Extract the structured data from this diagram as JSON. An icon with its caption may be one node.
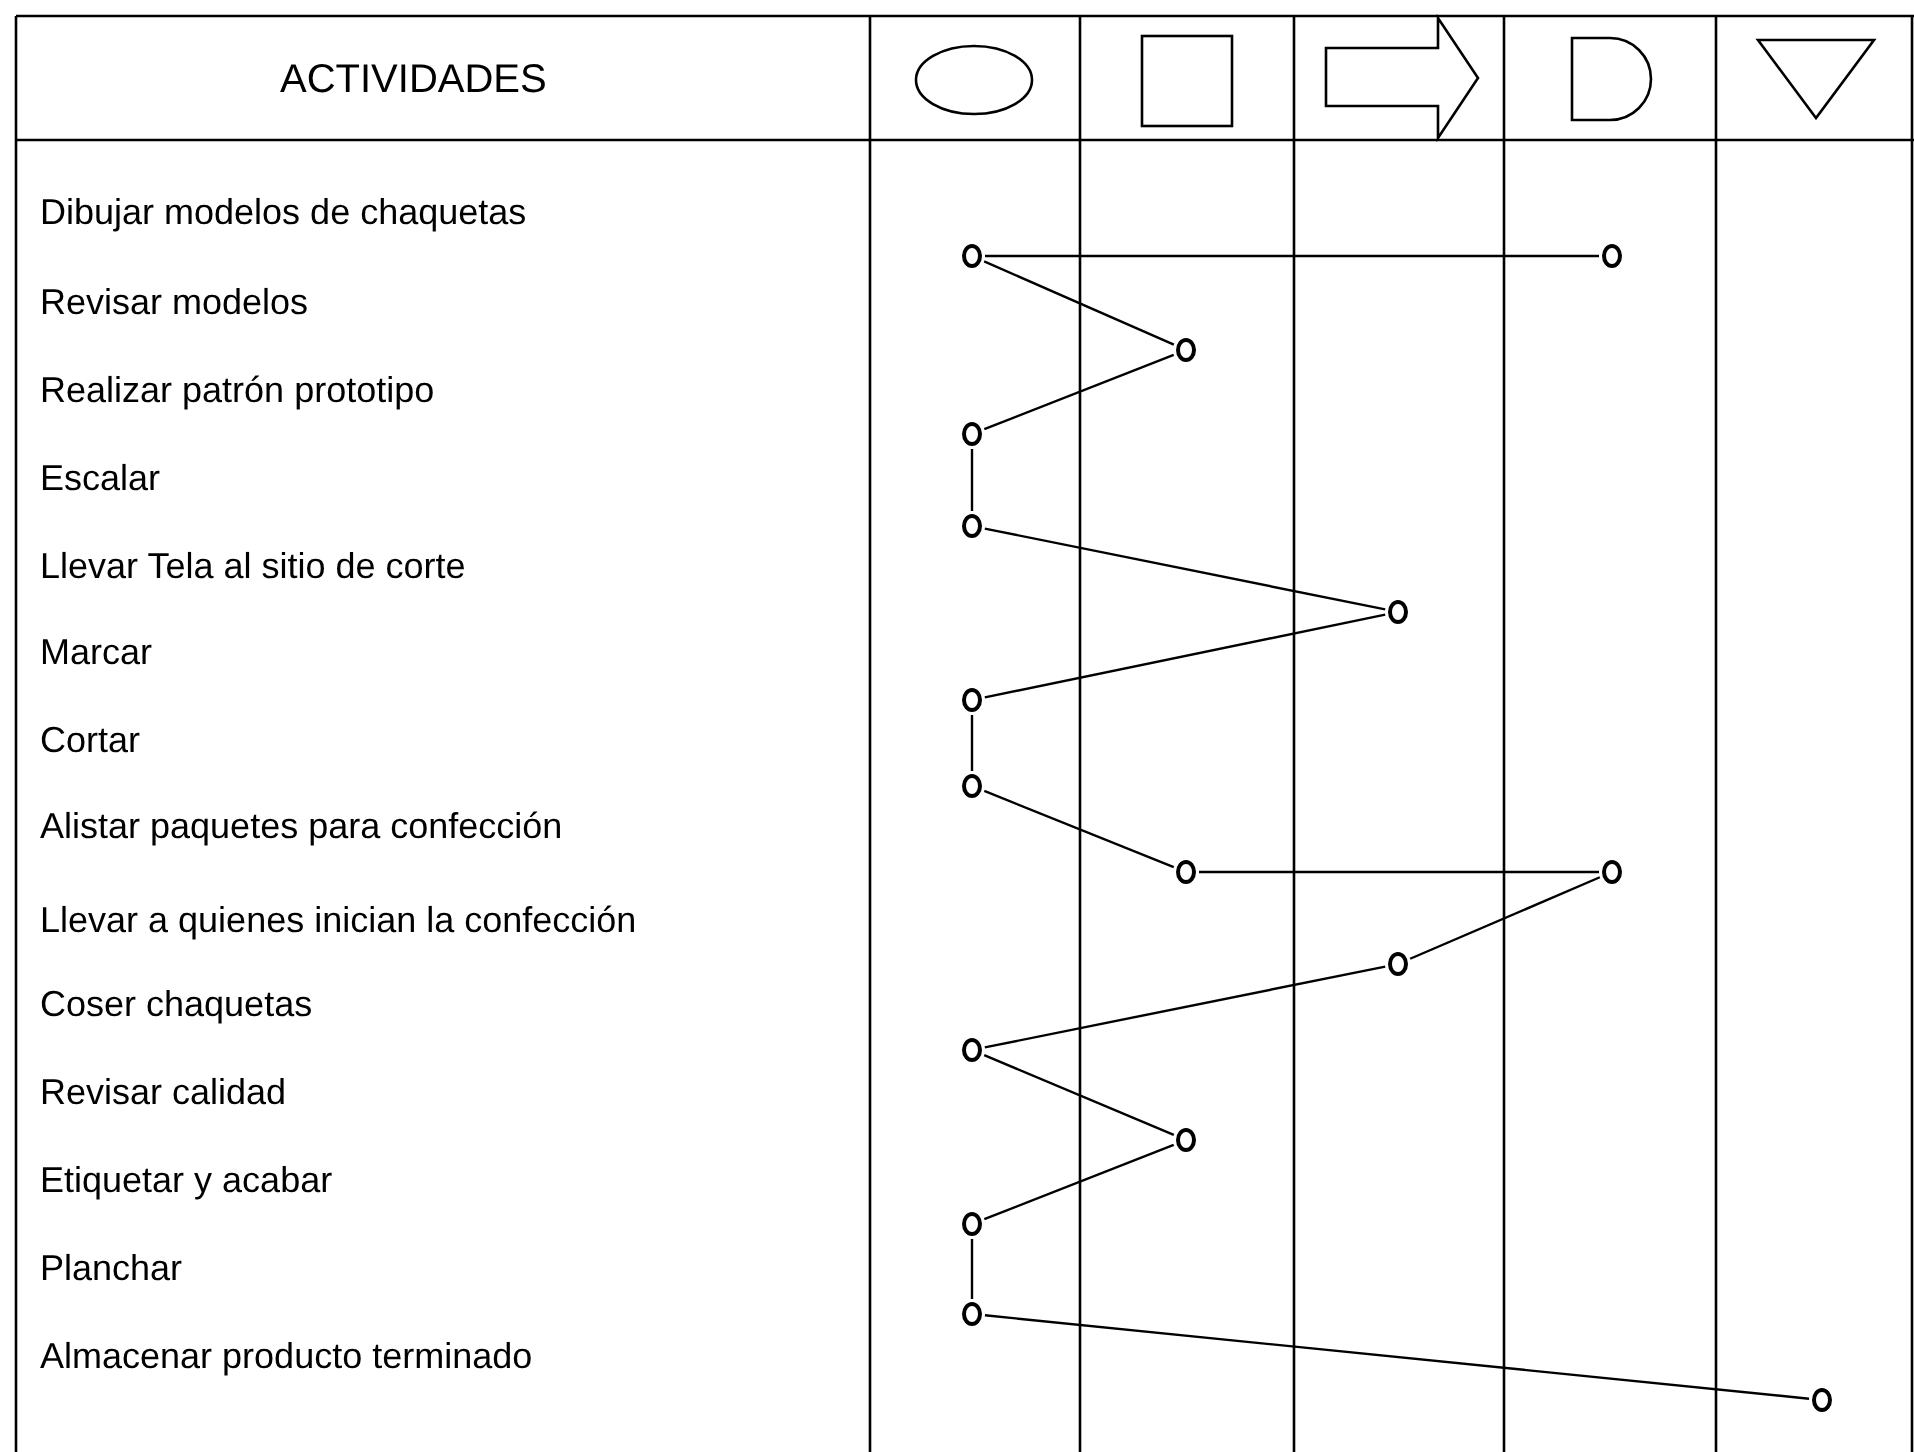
{
  "diagram": {
    "nodes": [
      {
        "text": [],
        "shape": "circle"
      },
      {
        "text": [],
        "shape": "circle"
      },
      {
        "text": [],
        "shape": "circle"
      },
      {
        "text": [],
        "shape": "circle"
      },
      {
        "text": [],
        "shape": "circle"
      },
      {
        "text": [],
        "shape": "circle"
      },
      {
        "text": [],
        "shape": "circle"
      },
      {
        "text": [],
        "shape": "circle"
      },
      {
        "text": [],
        "shape": "circle"
      },
      {
        "text": [],
        "shape": "circle"
      },
      {
        "text": [],
        "shape": "circle"
      },
      {
        "text": [],
        "shape": "circle"
      },
      {
        "text": [],
        "shape": "circle"
      },
      {
        "text": [],
        "shape": "circle"
      },
      {
        "text": [],
        "shape": "circle"
      },
      {
        "text": [],
        "shape": "circle"
      }
    ],
    "edges": [
      {
        "from": 1,
        "to": 0,
        "arrow": "none"
      },
      {
        "from": 0,
        "to": 2,
        "arrow": "none"
      },
      {
        "from": 2,
        "to": 3,
        "arrow": "none"
      },
      {
        "from": 3,
        "to": 4,
        "arrow": "none"
      },
      {
        "from": 4,
        "to": 5,
        "arrow": "none"
      },
      {
        "from": 5,
        "to": 6,
        "arrow": "none"
      },
      {
        "from": 6,
        "to": 7,
        "arrow": "none"
      },
      {
        "from": 7,
        "to": 8,
        "arrow": "none"
      },
      {
        "from": 8,
        "to": 9,
        "arrow": "none"
      },
      {
        "from": 9,
        "to": 10,
        "arrow": "none"
      },
      {
        "from": 10,
        "to": 11,
        "arrow": "none"
      },
      {
        "from": 11,
        "to": 12,
        "arrow": "none"
      },
      {
        "from": 12,
        "to": 13,
        "arrow": "none"
      },
      {
        "from": 13,
        "to": 14,
        "arrow": "none"
      },
      {
        "from": 14,
        "to": 15,
        "arrow": "none"
      }
    ],
    "labels": [
      "ACTIVIDADES",
      "Dibujar modelos de chaquetas",
      "Revisar modelos",
      "Realizar patrón prototipo",
      "Escalar",
      "Llevar Tela al sitio de corte",
      "Marcar",
      "Cortar",
      "Alistar paquetes para confección",
      "Llevar a quienes inician la confección",
      "Coser chaquetas",
      "Revisar calidad",
      "Etiquetar y acabar",
      "Planchar",
      "Almacenar producto terminado"
    ]
  }
}
